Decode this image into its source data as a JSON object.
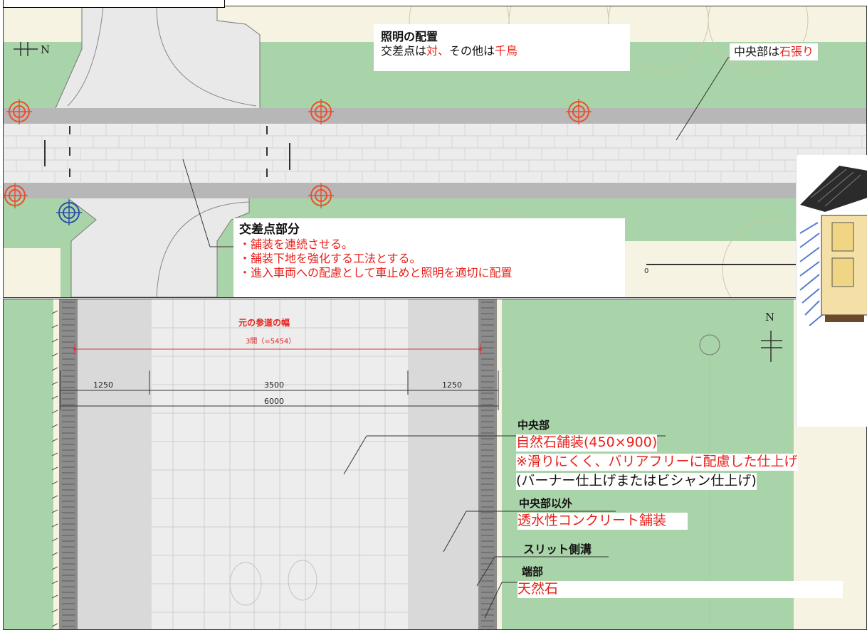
{
  "colors": {
    "grass": "#a9d3a8",
    "paving": "#e9e9e9",
    "road_band": "#b7b7b7",
    "red_text": "#e8201a",
    "lamp_red": "#e8502a",
    "lamp_blue": "#2a4fa8"
  },
  "top_plan": {
    "north_label": "N",
    "lighting": {
      "title": "照明の配置",
      "line_prefix": "交差点は",
      "line_red1": "対、",
      "line_mid": "その他は",
      "line_red2": "千鳥"
    },
    "center_note": {
      "prefix": "中央部は",
      "red": "石張り"
    },
    "intersection": {
      "title": "交差点部分",
      "items": [
        "・舗装を連続させる。",
        "・舗装下地を強化する工法とする。",
        "・進入車両への配慮として車止めと照明を適切に配置"
      ]
    },
    "scale_zero": "0"
  },
  "bottom_plan": {
    "north_label": "N",
    "width_title": "元の参道の幅",
    "width_value": "3間（=5454）",
    "dims": {
      "left": "1250",
      "center": "3500",
      "right": "1250",
      "total": "6000"
    },
    "center": {
      "label": "中央部",
      "material": "自然石舗装(450×900)",
      "note": "※滑りにくく、バリアフリーに配慮した仕上げ",
      "finish": "(バーナー仕上げまたはビシャン仕上げ)"
    },
    "outside": {
      "label": "中央部以外",
      "material": "透水性コンクリート舗装"
    },
    "gutter": {
      "label": "スリット側溝"
    },
    "edge": {
      "label": "端部",
      "material": "天然石"
    }
  }
}
